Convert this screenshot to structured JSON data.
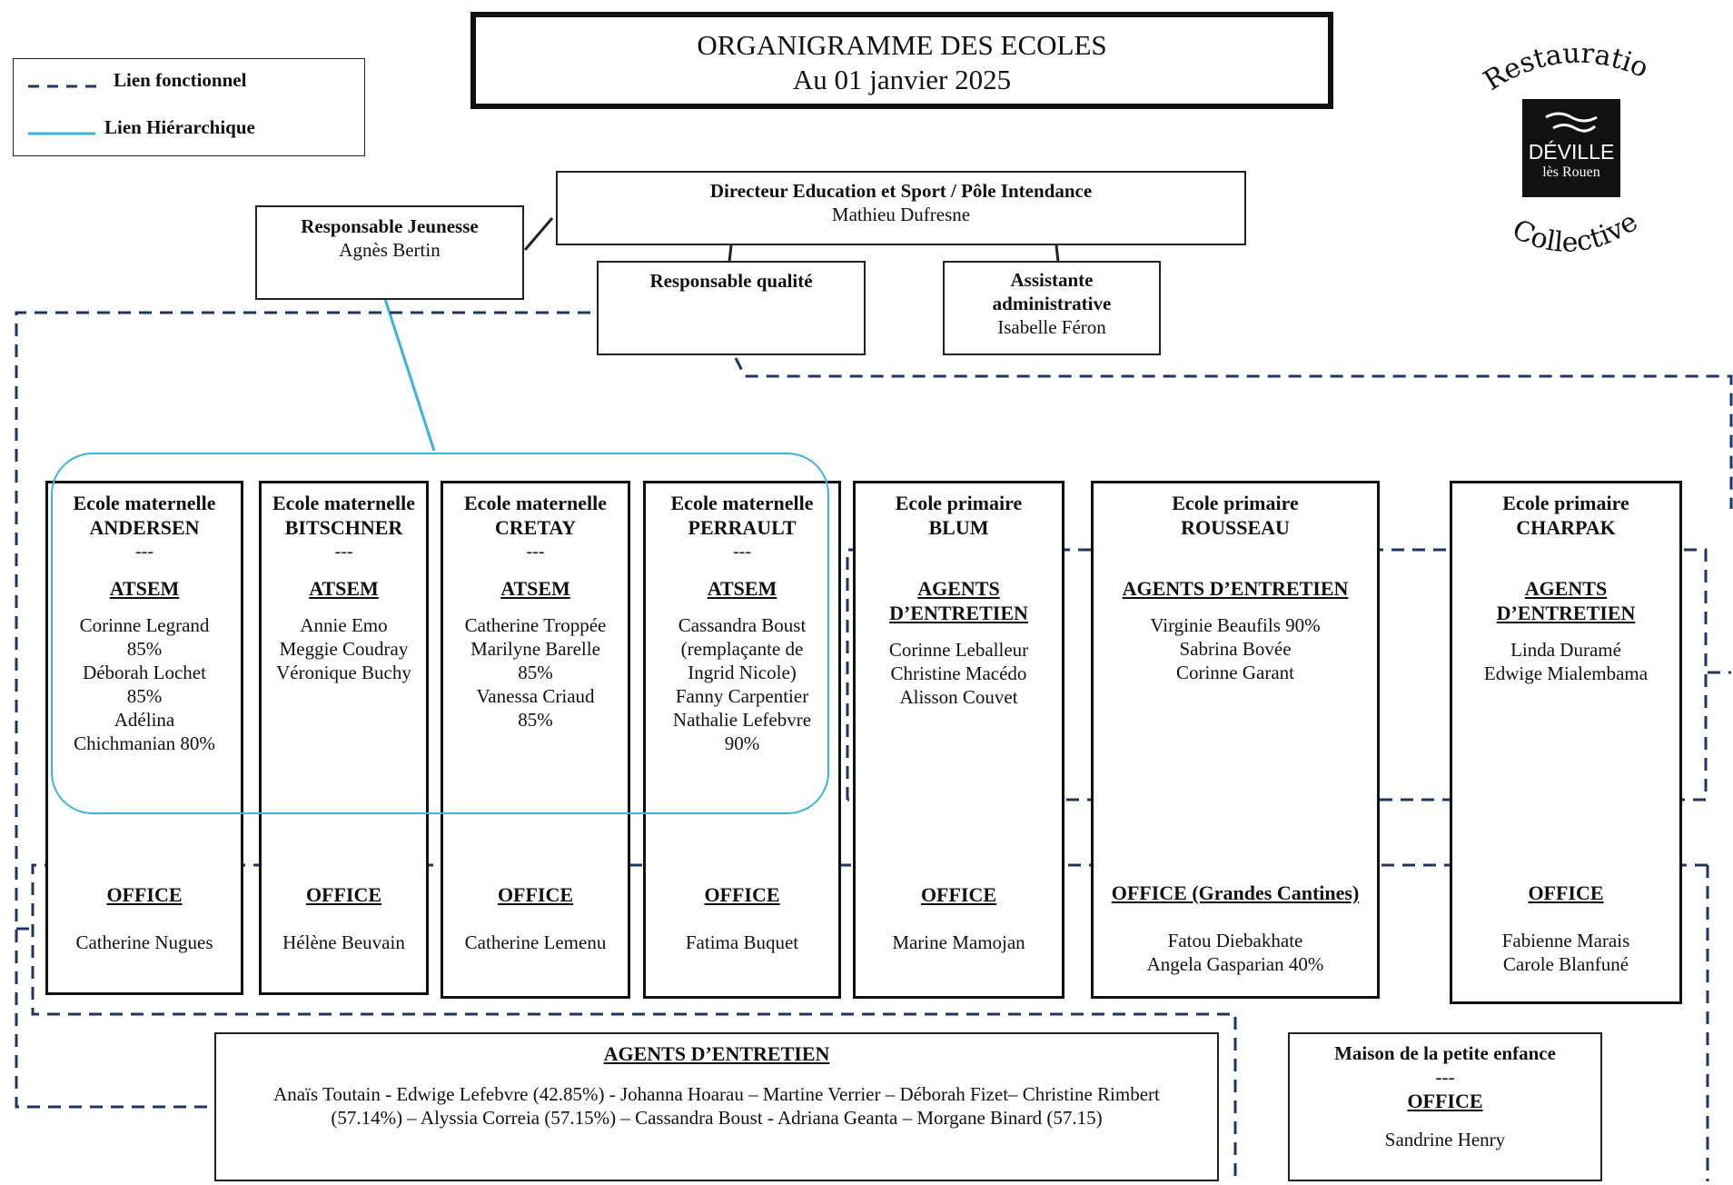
{
  "title": {
    "line1": "ORGANIGRAMME DES ECOLES",
    "line2": "Au 01 janvier 2025"
  },
  "legend": {
    "functional": "Lien fonctionnel",
    "hierarchical": "Lien Hiérarchique"
  },
  "colors": {
    "hierarchical_link": "#3bb4dc",
    "functional_link": "#1f3566",
    "box_border": "#222222",
    "logo_bg": "#111111"
  },
  "logo": {
    "top": "Restauration",
    "town": "DÉVILLE",
    "sub": "lès Rouen",
    "bottom": "Collective"
  },
  "director": {
    "role": "Directeur Education et Sport / Pôle Intendance",
    "name": "Mathieu Dufresne"
  },
  "youth": {
    "role": "Responsable Jeunesse",
    "name": "Agnès Bertin"
  },
  "quality": {
    "role": "Responsable qualité"
  },
  "assistant": {
    "role1": "Assistante",
    "role2": "administrative",
    "name": "Isabelle Féron"
  },
  "schools": [
    {
      "type": "Ecole maternelle",
      "name": "ANDERSEN",
      "sep": "---",
      "staff_title": "ATSEM",
      "staff": [
        "Corinne Legrand",
        "85%",
        "Déborah Lochet",
        "85%",
        "Adélina",
        "Chichmanian 80%"
      ],
      "office_title": "OFFICE",
      "office": [
        "Catherine Nugues"
      ]
    },
    {
      "type": "Ecole maternelle",
      "name": "BITSCHNER",
      "sep": "---",
      "staff_title": "ATSEM",
      "staff": [
        "Annie Emo",
        "Meggie Coudray",
        "Véronique Buchy"
      ],
      "office_title": "OFFICE",
      "office": [
        "Hélène Beuvain"
      ]
    },
    {
      "type": "Ecole maternelle",
      "name": "CRETAY",
      "sep": "---",
      "staff_title": "ATSEM",
      "staff": [
        "Catherine Troppée",
        "Marilyne Barelle",
        "85%",
        "Vanessa Criaud",
        "85%"
      ],
      "office_title": "OFFICE",
      "office": [
        "Catherine Lemenu"
      ]
    },
    {
      "type": "Ecole maternelle",
      "name": "PERRAULT",
      "sep": "---",
      "staff_title": "ATSEM",
      "staff": [
        "Cassandra Boust",
        "(remplaçante de",
        "Ingrid Nicole)",
        "Fanny Carpentier",
        "Nathalie Lefebvre",
        "90%"
      ],
      "office_title": "OFFICE",
      "office": [
        "Fatima Buquet"
      ]
    },
    {
      "type": "Ecole primaire",
      "name": "BLUM",
      "sep": "",
      "staff_title": "AGENTS D’ENTRETIEN",
      "staff": [
        "Corinne Leballeur",
        "Christine Macédo",
        "Alisson Couvet"
      ],
      "office_title": "OFFICE",
      "office": [
        "Marine Mamojan"
      ]
    },
    {
      "type": "Ecole primaire",
      "name": "ROUSSEAU",
      "sep": "",
      "staff_title": "AGENTS D’ENTRETIEN",
      "staff": [
        "Virginie Beaufils 90%",
        "Sabrina Bovée",
        "Corinne Garant"
      ],
      "office_title": "OFFICE (Grandes Cantines)",
      "office": [
        "Fatou Diebakhate",
        "Angela Gasparian 40%"
      ]
    },
    {
      "type": "Ecole primaire",
      "name": "CHARPAK",
      "sep": "",
      "staff_title": "AGENTS D’ENTRETIEN",
      "staff": [
        "Linda Duramé",
        "Edwige Mialembama"
      ],
      "office_title": "OFFICE",
      "office": [
        "Fabienne Marais",
        "Carole Blanfuné"
      ]
    }
  ],
  "maintenance": {
    "title": "AGENTS D’ENTRETIEN",
    "line1": "Anaïs Toutain - Edwige Lefebvre (42.85%) - Johanna Hoarau – Martine Verrier – Déborah Fizet– Christine Rimbert",
    "line2": "(57.14%) – Alyssia Correia (57.15%) – Cassandra Boust - Adriana Geanta – Morgane Binard (57.15)"
  },
  "petite_enfance": {
    "title": "Maison de la petite enfance",
    "sep": "---",
    "office_title": "OFFICE",
    "name": "Sandrine Henry"
  }
}
